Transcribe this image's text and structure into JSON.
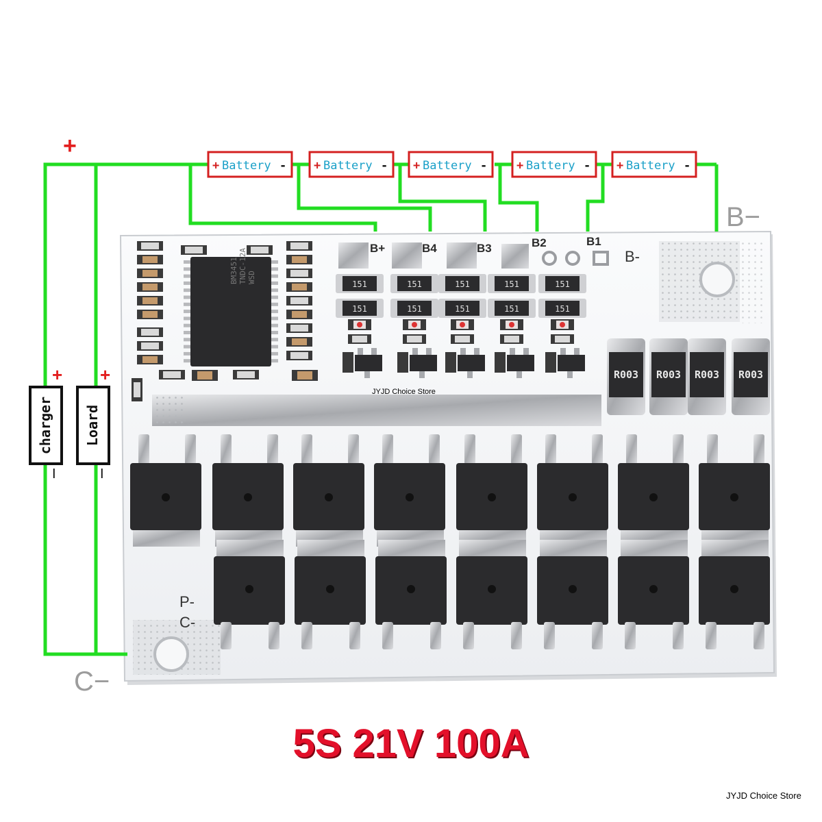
{
  "labels": {
    "top_plus": "+",
    "batteries": [
      {
        "plus": "+",
        "text": "Battery",
        "minus": "-"
      },
      {
        "plus": "+",
        "text": "Battery",
        "minus": "-"
      },
      {
        "plus": "+",
        "text": "Battery",
        "minus": "-"
      },
      {
        "plus": "+",
        "text": "Battery",
        "minus": "-"
      },
      {
        "plus": "+",
        "text": "Battery",
        "minus": "-"
      }
    ],
    "b_minus_outer": "B−",
    "c_minus_outer": "C−",
    "charger": {
      "text": "charger",
      "plus": "+",
      "minus": "I"
    },
    "load": {
      "text": "Loard",
      "plus": "+",
      "minus": "I"
    },
    "pcb_pads": [
      "B+",
      "B4",
      "B3",
      "B2",
      "B1"
    ],
    "pcb_b_minus": "B-",
    "pcb_p_minus": "P-",
    "pcb_c_minus": "C-",
    "resistor_code": "151",
    "shunt_code": "R003",
    "ic_markings": [
      "BM3451",
      "TNDC-12A",
      "WSD"
    ]
  },
  "watermarks": {
    "center": "JYJD Choice Store",
    "corner": "JYJD Choice Store"
  },
  "title": "5S 21V 100A",
  "colors": {
    "wire": "#22dd22",
    "battery_border": "#d42020",
    "battery_text": "#1aa0c8",
    "title": "#e3102a",
    "pcb": "#f4f5f7",
    "mosfet": "#2b2b2d"
  }
}
